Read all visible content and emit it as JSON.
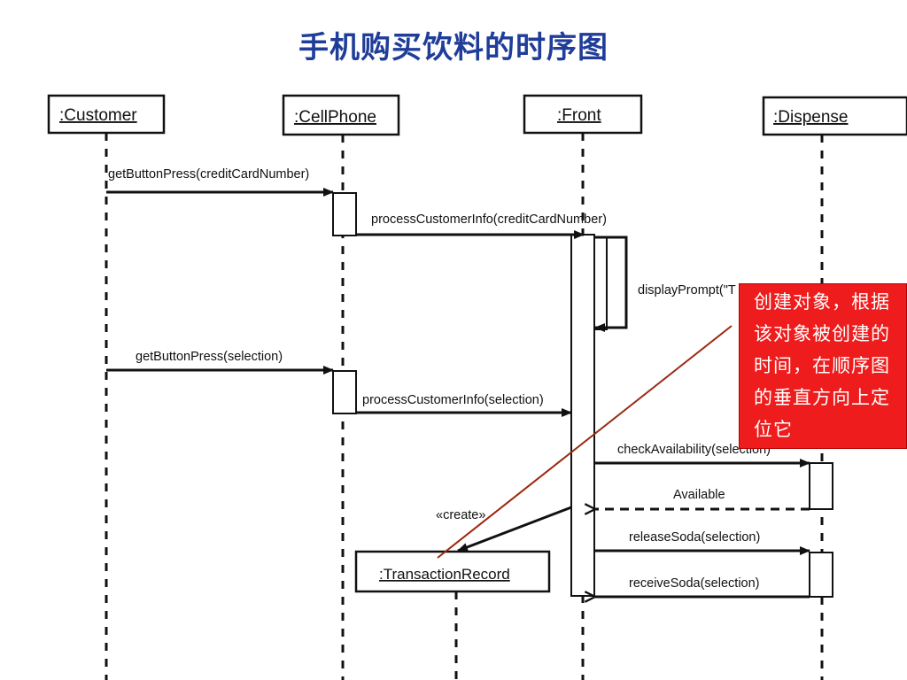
{
  "title": "手机购买饮料的时序图",
  "objects": {
    "customer": ":Customer",
    "cellphone": ":CellPhone",
    "front": ":Front",
    "dispenser": ":Dispense",
    "transaction": ":TransactionRecord"
  },
  "messages": {
    "m1": "getButtonPress(creditCardNumber)",
    "m2": "processCustomerInfo(creditCardNumber)",
    "m3": "displayPrompt(\"T",
    "m4": "getButtonPress(selection)",
    "m5": "processCustomerInfo(selection)",
    "m6": "checkAvailability(selection)",
    "m7": "Available",
    "m8": "«create»",
    "m9": "releaseSoda(selection)",
    "m10": "receiveSoda(selection)"
  },
  "callout": {
    "text": "创建对象，根据该对象被创建的时间，在顺序图的垂直方向上定位它",
    "color": "#ee1c1c"
  },
  "colors": {
    "title": "#1f3d99",
    "pointer_line": "#9b2a12"
  }
}
